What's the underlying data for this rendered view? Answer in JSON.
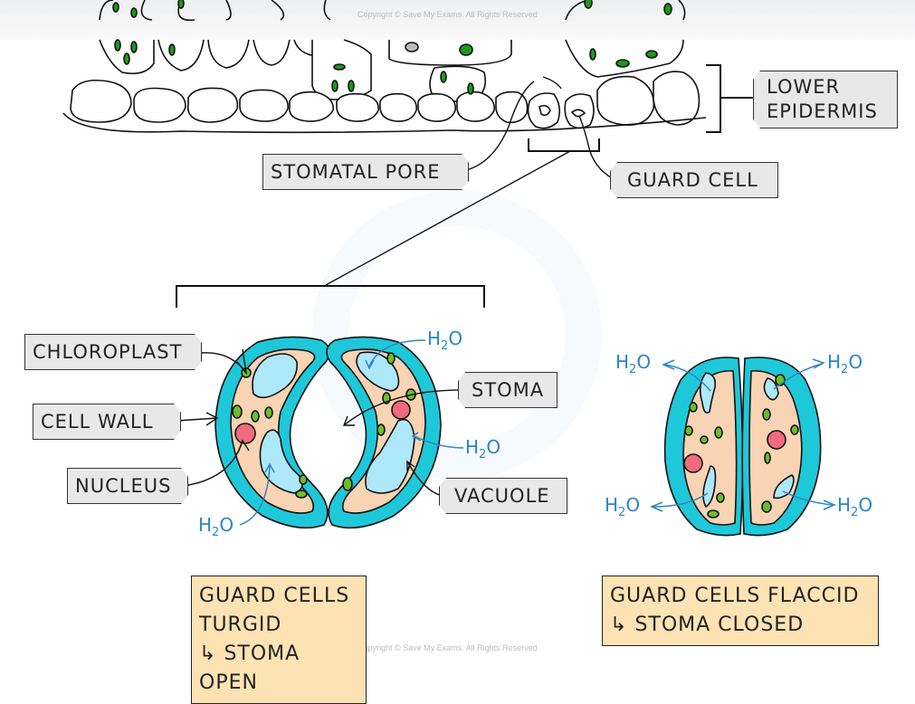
{
  "copyright": "Copyright © Save My Exams. All Rights Reserved",
  "labels": {
    "lower_epidermis": [
      "LOWER",
      "EPIDERMIS"
    ],
    "stomatal_pore": "STOMATAL  PORE",
    "guard_cell": "GUARD CELL",
    "chloroplast": "CHLOROPLAST",
    "cell_wall": "CELL  WALL",
    "nucleus": "NUCLEUS",
    "stoma": "STOMA",
    "vacuole": "VACUOLE"
  },
  "water": {
    "symbol": "H",
    "subscript": "2",
    "suffix": "O"
  },
  "summary": {
    "open": {
      "line1": "GUARD  CELLS  TURGID",
      "line2": "STOMA  OPEN"
    },
    "closed": {
      "line1": "GUARD  CELLS  FLACCID",
      "line2": "STOMA  CLOSED"
    }
  },
  "colors": {
    "cell_wall": "#1ec8d8",
    "cytoplasm": "#f8d3b4",
    "vacuole": "#aee8fb",
    "chloroplast": "#6cbf2a",
    "nucleus": "#f26a7f",
    "water_arrow": "#2b86c8",
    "summary_box": "#fde3b4",
    "label_box": "#e8e8e8"
  }
}
